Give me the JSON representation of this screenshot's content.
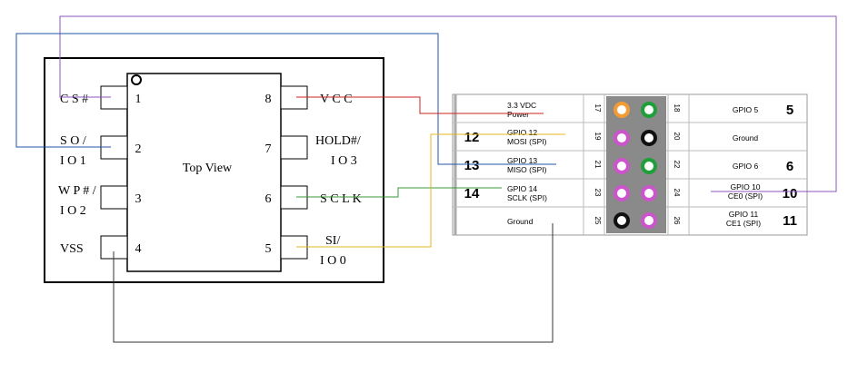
{
  "chip": {
    "title": "Top View",
    "pins": [
      {
        "num": "1",
        "label": "C S #",
        "label2": ""
      },
      {
        "num": "2",
        "label": "S O /",
        "label2": "I O 1"
      },
      {
        "num": "3",
        "label": "W P # /",
        "label2": "I O 2"
      },
      {
        "num": "4",
        "label": "VSS",
        "label2": ""
      },
      {
        "num": "5",
        "label": "SI/",
        "label2": "I O 0"
      },
      {
        "num": "6",
        "label": "S C L K",
        "label2": ""
      },
      {
        "num": "7",
        "label": "HOLD#/",
        "label2": "I O 3"
      },
      {
        "num": "8",
        "label": "V C C",
        "label2": ""
      }
    ]
  },
  "header": {
    "rows": [
      {
        "left_big": "",
        "left_label": "3.3 VDC",
        "left_label2": "Power",
        "pin_l": "17",
        "pin_r": "18",
        "right_label": "GPIO 5",
        "right_label2": "",
        "right_big": "5",
        "dot_l": "#f39c33",
        "dot_r": "#1f9e3a"
      },
      {
        "left_big": "12",
        "left_label": "GPIO 12",
        "left_label2": "MOSI (SPI)",
        "pin_l": "19",
        "pin_r": "20",
        "right_label": "Ground",
        "right_label2": "",
        "right_big": "",
        "dot_l": "#cc55cc",
        "dot_r": "#111111"
      },
      {
        "left_big": "13",
        "left_label": "GPIO 13",
        "left_label2": "MISO (SPI)",
        "pin_l": "21",
        "pin_r": "22",
        "right_label": "GPIO 6",
        "right_label2": "",
        "right_big": "6",
        "dot_l": "#cc55cc",
        "dot_r": "#1f9e3a"
      },
      {
        "left_big": "14",
        "left_label": "GPIO 14",
        "left_label2": "SCLK (SPI)",
        "pin_l": "23",
        "pin_r": "24",
        "right_label": "GPIO 10",
        "right_label2": "CE0 (SPI)",
        "right_big": "10",
        "dot_l": "#cc55cc",
        "dot_r": "#cc55cc"
      },
      {
        "left_big": "",
        "left_label": "Ground",
        "left_label2": "",
        "pin_l": "25",
        "pin_r": "26",
        "right_label": "GPIO 11",
        "right_label2": "CE1 (SPI)",
        "right_big": "11",
        "dot_l": "#111111",
        "dot_r": "#cc55cc"
      }
    ]
  },
  "colors": {
    "wire_vcc": "#cc2222",
    "wire_mosi": "#e6b422",
    "wire_miso": "#2255aa",
    "wire_sclk": "#3a9a3a",
    "wire_ce0": "#8855bb",
    "wire_gnd": "#333333"
  }
}
